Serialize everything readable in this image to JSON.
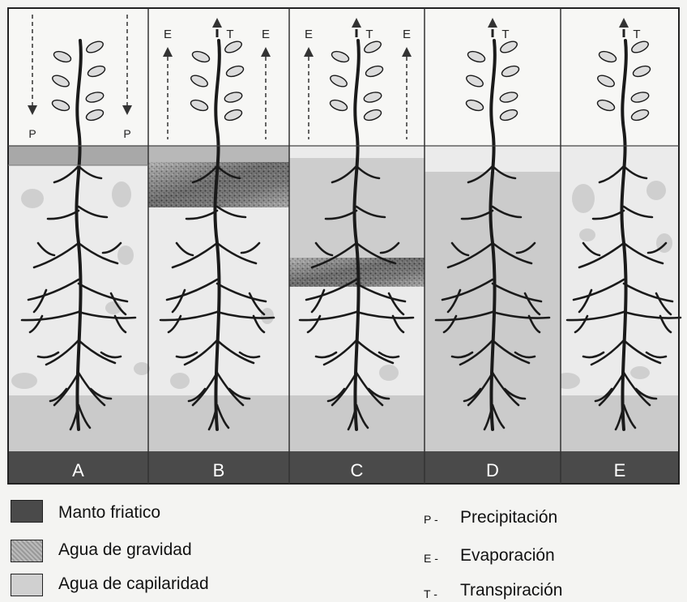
{
  "panels": [
    {
      "label": "A",
      "flux_labels": [
        "P",
        "P"
      ],
      "t_label": ""
    },
    {
      "label": "B",
      "flux_labels": [
        "E",
        "E"
      ],
      "t_label": "T"
    },
    {
      "label": "C",
      "flux_labels": [
        "E",
        "E"
      ],
      "t_label": "T"
    },
    {
      "label": "D",
      "flux_labels": [],
      "t_label": "T"
    },
    {
      "label": "E",
      "flux_labels": [],
      "t_label": "T"
    }
  ],
  "legend_left": [
    {
      "label": "Manto friatico",
      "swatch": "manto"
    },
    {
      "label": "Agua de gravidad",
      "swatch": "gravidad"
    },
    {
      "label": "Agua de capilaridad",
      "swatch": "capilaridad"
    }
  ],
  "legend_right": [
    {
      "key": "P -",
      "label": "Precipitación"
    },
    {
      "key": "E -",
      "label": "Evaporación"
    },
    {
      "key": "T -",
      "label": "Transpiración"
    }
  ],
  "colors": {
    "manto": "#4a4a4a",
    "gravidad": "#8a8a8a",
    "capilaridad": "#d0d0d0",
    "soil_background": "#ebebeb",
    "plant": "#1a1a1a",
    "leaf": "#dcdcdc"
  }
}
